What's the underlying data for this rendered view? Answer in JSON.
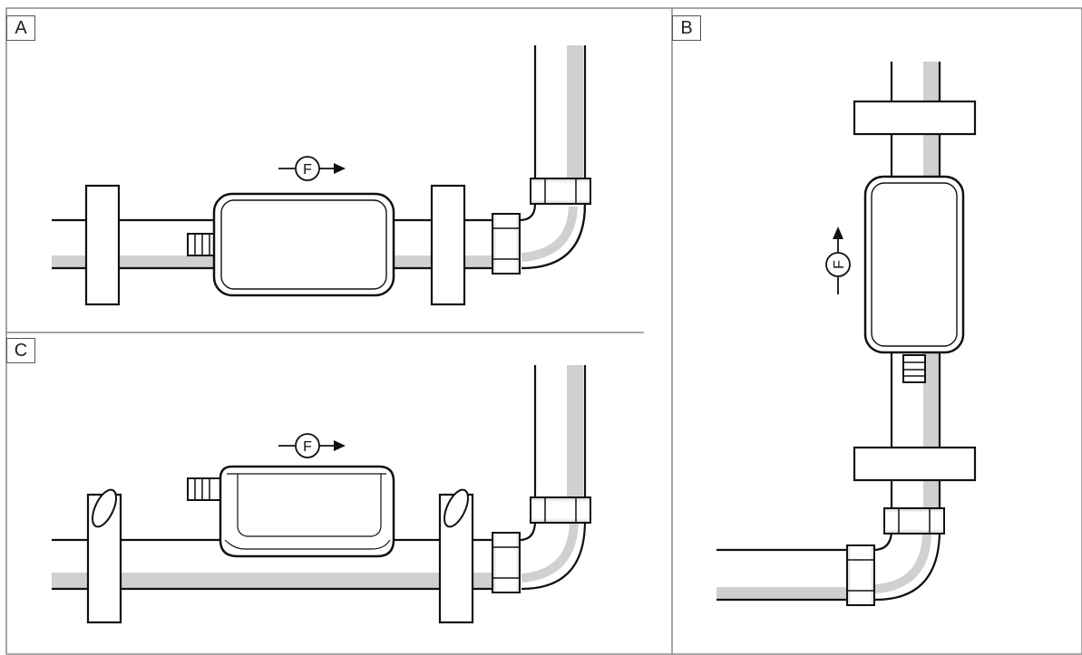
{
  "panels": {
    "a": {
      "label": "A"
    },
    "b": {
      "label": "B"
    },
    "c": {
      "label": "C"
    }
  },
  "flow_symbol": "F",
  "colors": {
    "line": "#111111",
    "pipe_shade": "#d0d0d0",
    "nut_fill": "#d8d8d8",
    "border": "#8a8a8a"
  }
}
